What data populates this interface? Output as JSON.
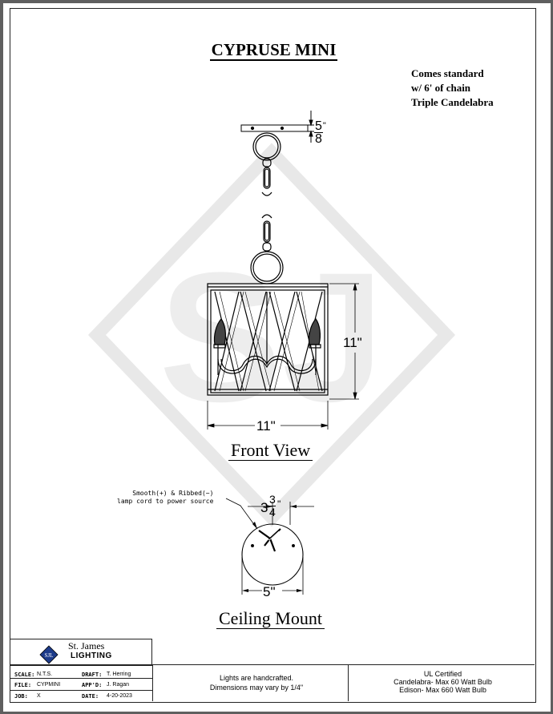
{
  "title": "CYPRUSE MINI",
  "notes": [
    "Comes standard",
    "w/ 6' of chain",
    "Triple Candelabra"
  ],
  "dimensions": {
    "canopy_height_whole": "5",
    "canopy_height_inch": "\"",
    "canopy_height_denominator": "8",
    "height": "11\"",
    "width": "11\"",
    "mount_offset_whole": "3",
    "mount_offset_numerator": "3",
    "mount_offset_denominator": "4",
    "mount_offset_inch": "\"",
    "mount_diameter": "5\""
  },
  "views": {
    "front": "Front View",
    "ceiling": "Ceiling Mount"
  },
  "callout": [
    "Smooth(+) & Ribbed(−)",
    "lamp cord to power source"
  ],
  "watermark": "SJ",
  "title_block": {
    "company_line1": "St. James",
    "company_line2": "LIGHTING",
    "logo_text": "SJL",
    "fields": [
      {
        "label": "SCALE:",
        "value": "N.T.S."
      },
      {
        "label": "DRAFT:",
        "value": "T. Herring"
      },
      {
        "label": "FILE:",
        "value": "CYPMINI"
      },
      {
        "label": "APP'D:",
        "value": "J. Ragan"
      },
      {
        "label": "JOB:",
        "value": "X"
      },
      {
        "label": "DATE:",
        "value": "4-20-2023"
      }
    ],
    "center_note": [
      "Lights are handcrafted.",
      "Dimensions may vary by 1/4\""
    ],
    "right_note": [
      "UL Certified",
      "Candelabra- Max 60 Watt Bulb",
      "Edison- Max 660 Watt Bulb"
    ]
  }
}
